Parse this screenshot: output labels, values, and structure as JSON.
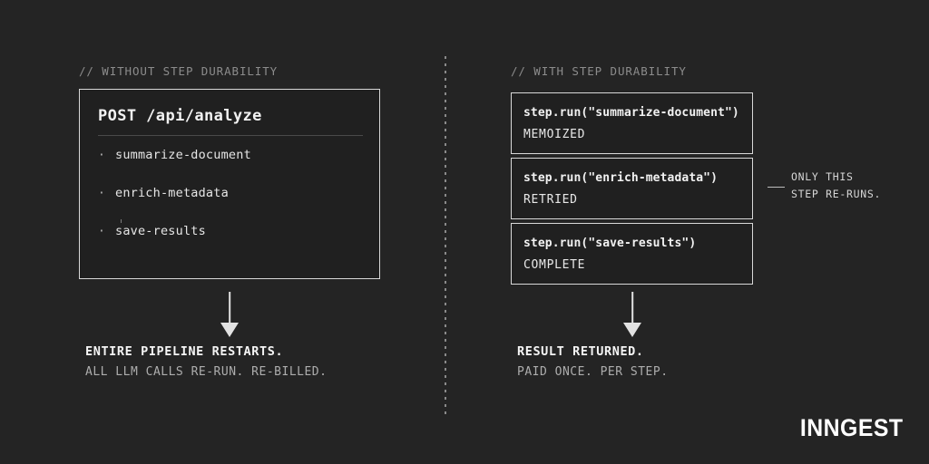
{
  "theme": {
    "background": "#242424",
    "panel_background": "#202020",
    "border": "#d8d8d8",
    "text_primary": "#f2f2f2",
    "text_secondary": "#adadad",
    "text_comment": "#8c8c8c",
    "divider": "#4a4a4a"
  },
  "left_panel": {
    "comment": "// WITHOUT STEP DURABILITY",
    "monolith": {
      "title": "POST /api/analyze",
      "bullet_glyph": "·",
      "items": [
        {
          "label": "summarize-document"
        },
        {
          "label": "enrich-metadata"
        },
        {
          "label": "save-results"
        }
      ]
    },
    "arrow": "down-arrow",
    "outcome": {
      "headline": "ENTIRE PIPELINE RESTARTS.",
      "detail": "ALL LLM CALLS RE-RUN. RE-BILLED."
    }
  },
  "right_panel": {
    "comment": "// WITH STEP DURABILITY",
    "steps": [
      {
        "call": "step.run(\"summarize-document\")",
        "status": "MEMOIZED"
      },
      {
        "call": "step.run(\"enrich-metadata\")",
        "status": "RETRIED"
      },
      {
        "call": "step.run(\"save-results\")",
        "status": "COMPLETE"
      }
    ],
    "callout": {
      "line1": "ONLY THIS",
      "line2": "STEP RE-RUNS."
    },
    "arrow": "down-arrow",
    "outcome": {
      "headline": "RESULT RETURNED.",
      "detail": "PAID ONCE. PER STEP."
    }
  },
  "brand": {
    "logo_text": "INNGEST"
  }
}
